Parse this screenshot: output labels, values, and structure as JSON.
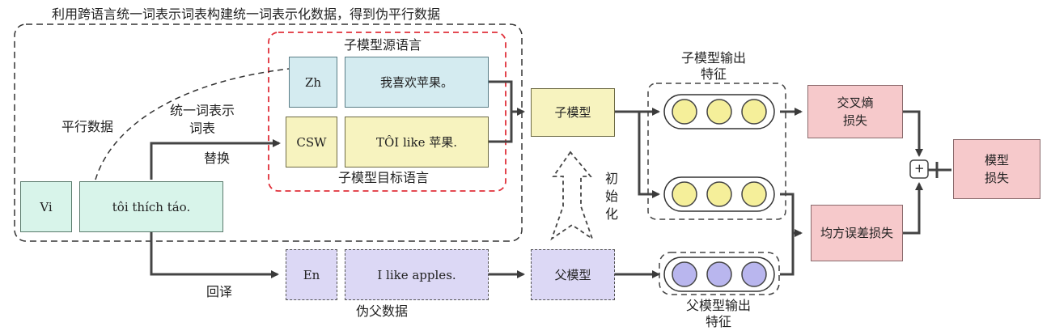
{
  "top_caption": "利用跨语言统一词表示词表构建统一词表示化数据，得到伪平行数据",
  "labels": {
    "parallel_data": "平行数据",
    "unified_vocab": "统一词表示\n词表",
    "replace": "替换",
    "sub_source_lang": "子模型源语言",
    "sub_target_lang": "子模型目标语言",
    "back_translation": "回译",
    "pseudo_data": "伪父数据",
    "init": "初\n始\n化",
    "sub_output_feature": "子模型输出\n特征",
    "parent_output_feature": "父模型输出\n特征",
    "plus": "+"
  },
  "boxes": {
    "zh_tag": "Zh",
    "zh_sentence": "我喜欢苹果。",
    "csw_tag": "CSW",
    "csw_sentence": "TÔI like 苹果.",
    "vi_tag": "Vi",
    "vi_sentence": "tôi thích táo.",
    "en_tag": "En",
    "en_sentence": "I like apples.",
    "sub_model": "子模型",
    "parent_model": "父模型",
    "cross_entropy_loss": "交叉熵\n损失",
    "mse_loss": "均方误差损失",
    "model_loss": "模型\n损失"
  },
  "colors": {
    "source_blue": "#d4ebf0",
    "target_yellow": "#f7f3bf",
    "vi_green": "#d8f4ea",
    "pseudo_purple": "#dcd8f5",
    "loss_pink": "#f6c9cb",
    "red_dash": "#e0303a",
    "yellow_circle": "#f5ef9a",
    "purple_circle": "#b9b6ee"
  }
}
